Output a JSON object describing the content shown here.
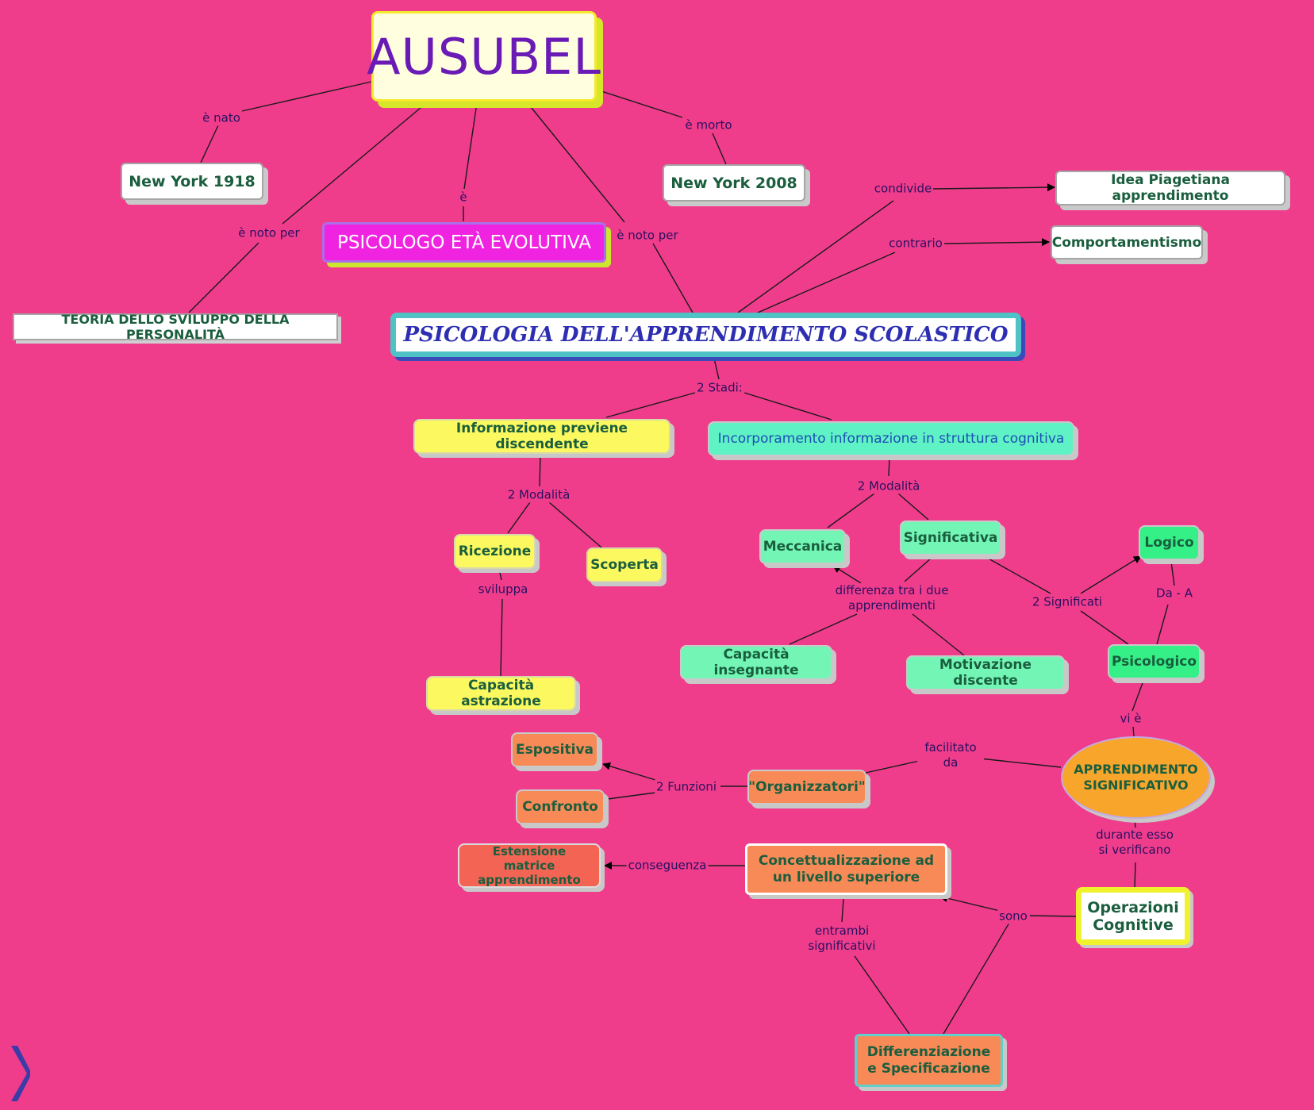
{
  "nodes": {
    "ausubel": "AUSUBEL",
    "ny1918": "New York 1918",
    "ny2008": "New York 2008",
    "psicologo": "PSICOLOGO ETÀ EVOLUTIVA",
    "teoria": "TEORIA DELLO SVILUPPO DELLA PERSONALITÀ",
    "psicologia": "PSICOLOGIA DELL'APPRENDIMENTO SCOLASTICO",
    "idea": "Idea Piagetiana apprendimento",
    "comport": "Comportamentismo",
    "info": "Informazione previene discendente",
    "incorp": "Incorporamento informazione in struttura cognitiva",
    "ricezione": "Ricezione",
    "scoperta": "Scoperta",
    "astrazione": "Capacità astrazione",
    "meccanica": "Meccanica",
    "significativa": "Significativa",
    "insegnante": "Capacità insegnante",
    "motivazione": "Motivazione discente",
    "logico": "Logico",
    "psicologico": "Psicologico",
    "appr_sig": "APPRENDIMENTO SIGNIFICATIVO",
    "organizzatori": "\"Organizzatori\"",
    "espositiva": "Espositiva",
    "confronto": "Confronto",
    "estensione": "Estensione matrice apprendimento",
    "concet": "Concettualizzazione ad un livello superiore",
    "opcog": "Operazioni Cognitive",
    "diff": "Differenziazione e Specificazione"
  },
  "labels": {
    "e_nato": "è nato",
    "e_morto": "è morto",
    "e": "è",
    "noto_per_1": "è noto per",
    "noto_per_2": "è noto per",
    "condivide": "condivide",
    "contrario": "contrario",
    "stadi": "2 Stadi:",
    "modalita_1": "2 Modalità",
    "modalita_2": "2 Modalità",
    "sviluppa": "sviluppa",
    "differenza": "differenza tra i due apprendimenti",
    "significati": "2 Significati",
    "da_a": "Da - A",
    "vi_e": "vi è",
    "facilitato": "facilitato da",
    "funzioni": "2 Funzioni",
    "durante": "durante esso si verificano",
    "conseguenza": "conseguenza",
    "sono": "sono",
    "entrambi": "entrambi significativi"
  },
  "colors": {
    "background": "#ef3d8c",
    "line": "#1a1a1a",
    "label_text": "#2a1060",
    "node_text": "#1a5e3e"
  },
  "icons": {
    "next": "chevron-right-icon"
  }
}
